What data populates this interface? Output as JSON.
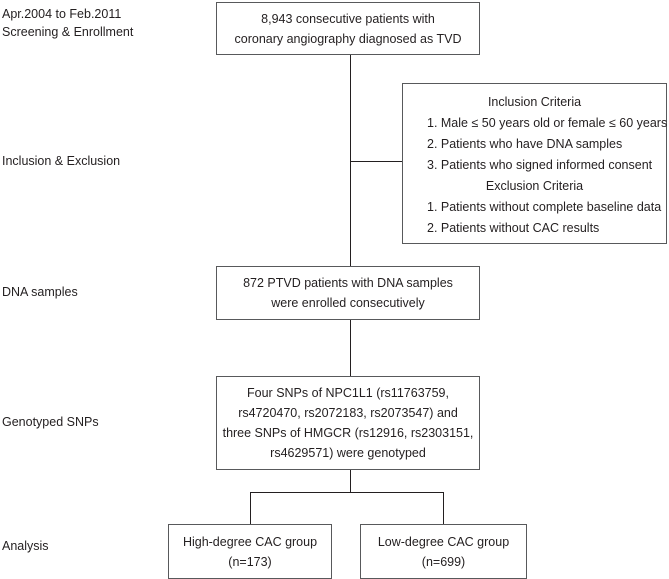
{
  "figure": {
    "type": "flowchart",
    "title": "Study enrollment and genotyping flow diagram"
  },
  "stages": [
    {
      "id": "screening",
      "label": "Apr.2004 to Feb.2011\nScreening & Enrollment"
    },
    {
      "id": "inclusion",
      "label": "Inclusion & Exclusion"
    },
    {
      "id": "dna",
      "label": "DNA samples"
    },
    {
      "id": "genotyping",
      "label": "Genotyped SNPs"
    },
    {
      "id": "analysis",
      "label": "Analysis"
    }
  ],
  "nodes": {
    "enrollment": {
      "lines": [
        "8,943 consecutive patients with",
        "coronary angiography diagnosed as TVD"
      ]
    },
    "criteria": {
      "inclusion_heading": "Inclusion Criteria",
      "inclusion_items": [
        "1. Male ≤ 50 years old or female ≤ 60 years",
        "2. Patients who have DNA samples",
        "3. Patients who signed informed consent"
      ],
      "exclusion_heading": "Exclusion Criteria",
      "exclusion_items": [
        "1. Patients without complete baseline data",
        "2. Patients without CAC results"
      ]
    },
    "dna_samples": {
      "lines": [
        "872 PTVD patients with DNA samples",
        "were enrolled consecutively"
      ]
    },
    "genotyped": {
      "lines": [
        "Four SNPs of NPC1L1 (rs11763759,",
        "rs4720470, rs2072183, rs2073547) and",
        "three SNPs of HMGCR (rs12916, rs2303151,",
        "rs4629571) were genotyped"
      ]
    },
    "high_group": {
      "lines": [
        "High-degree CAC group",
        "(n=173)"
      ]
    },
    "low_group": {
      "lines": [
        "Low-degree CAC group",
        "(n=699)"
      ]
    }
  },
  "colors": {
    "text": "#231f20",
    "box_border": "#58595b",
    "connector": "#231f20",
    "background": "#ffffff"
  }
}
